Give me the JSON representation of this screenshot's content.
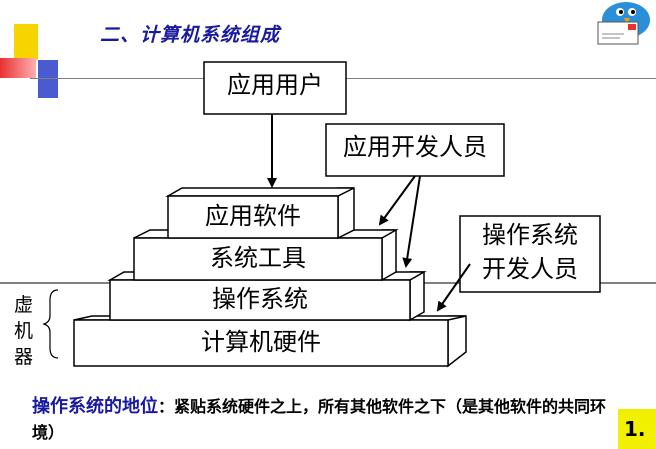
{
  "header": {
    "title": "二、计算机系统组成"
  },
  "diagram": {
    "user_label": "应用用户",
    "app_dev_label": "应用开发人员",
    "os_dev_label_line1": "操作系统",
    "os_dev_label_line2": "开发人员",
    "layers": {
      "app_software": "应用软件",
      "system_tools": "系统工具",
      "os": "操作系统",
      "hardware": "计算机硬件"
    },
    "virtual_machine_chars": [
      "虚",
      "机",
      "器"
    ]
  },
  "footer": {
    "heading": "操作系统的地位",
    "colon": "：",
    "text": "紧贴系统硬件之上，所有其他软件之下（是其他软件的共同环境）"
  },
  "page": {
    "number": "1."
  },
  "colors": {
    "title": "#1a1aa0",
    "deco_yellow": "#f5d400",
    "deco_red": "#e83030",
    "deco_blue": "#4a5bd0",
    "bird_blue": "#2a8fd8"
  }
}
